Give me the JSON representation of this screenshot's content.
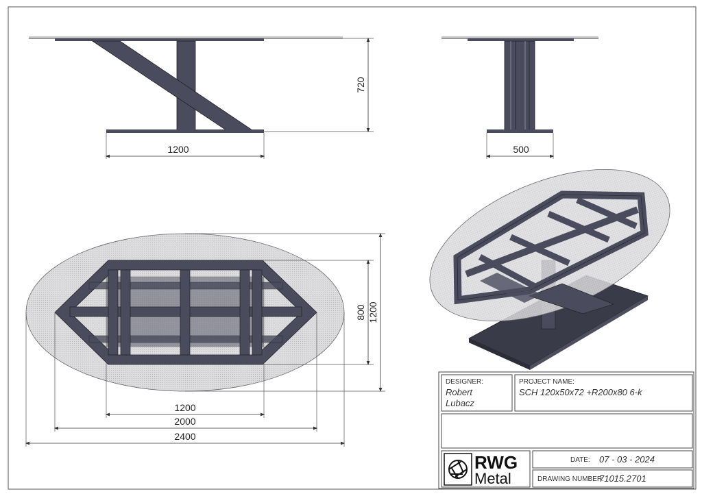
{
  "dimensions": {
    "side_height": "720",
    "side_width": "1200",
    "end_width": "500",
    "plan_frame_width": "800",
    "plan_top_width": "1200",
    "plan_base_length": "1200",
    "plan_frame_length": "2000",
    "plan_top_length": "2400"
  },
  "title_block": {
    "designer_label": "DESIGNER:",
    "designer_line1": "Robert",
    "designer_line2": "Lubacz",
    "project_label": "PROJECT NAME:",
    "project_name": "SCH 120x50x72 +R200x80 6-k",
    "logo_line1": "RWG",
    "logo_line2": "Metal",
    "date_label": "DATE:",
    "date_value": "07 - 03 - 2024",
    "drawing_number_label": "DRAWING NUMBER:",
    "drawing_number": "71015.2701"
  },
  "colors": {
    "steel": "#4a4b5c",
    "glass": "#d4d4d6",
    "line": "#333333"
  }
}
